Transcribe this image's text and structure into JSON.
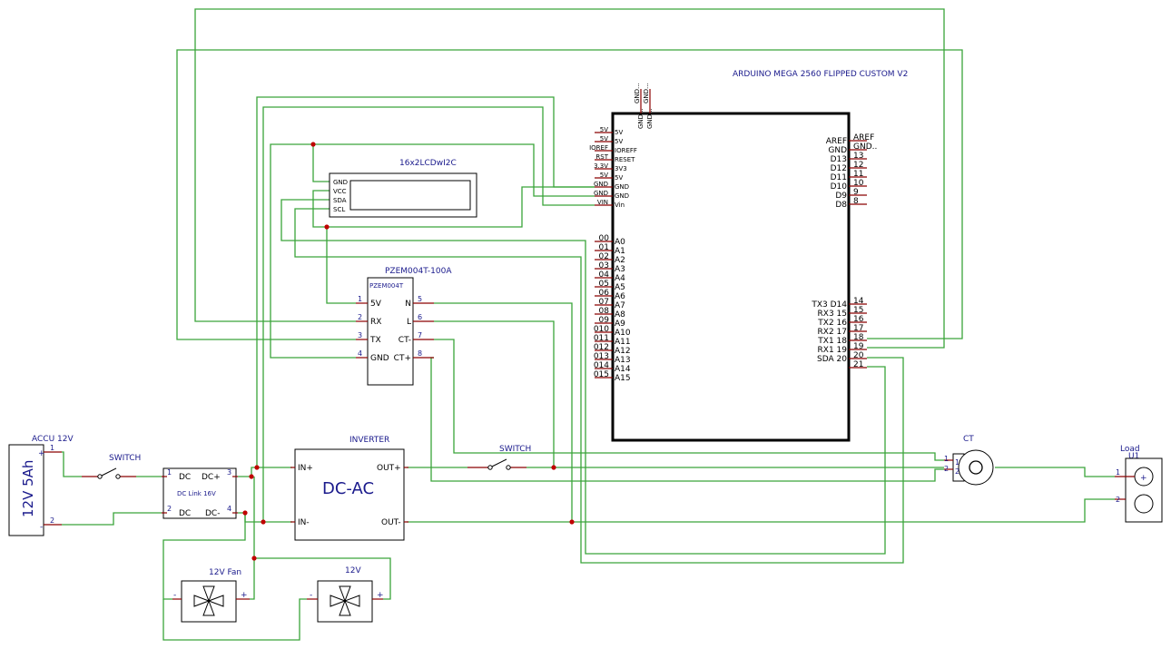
{
  "components": {
    "arduino": {
      "title": "ARDUINO MEGA 2560 FLIPPED CUSTOM V2",
      "top_pins": [
        "GND...",
        "GND...",
        "GND...",
        "GND..."
      ],
      "left_power_labels": [
        {
          "outer": "5V",
          "inner": "5V"
        },
        {
          "outer": "5V",
          "inner": "5V"
        },
        {
          "outer": "IOREF",
          "inner": "IOREFF"
        },
        {
          "outer": "RST",
          "inner": "RESET"
        },
        {
          "outer": "3.3V",
          "inner": "3V3"
        },
        {
          "outer": "5V",
          "inner": "5V"
        },
        {
          "outer": "GND",
          "inner": "GND"
        },
        {
          "outer": "GND",
          "inner": "GND"
        },
        {
          "outer": "VIN",
          "inner": "Vin"
        }
      ],
      "left_analog": [
        {
          "outer": "00",
          "inner": "A0"
        },
        {
          "outer": "01",
          "inner": "A1"
        },
        {
          "outer": "02",
          "inner": "A2"
        },
        {
          "outer": "03",
          "inner": "A3"
        },
        {
          "outer": "04",
          "inner": "A4"
        },
        {
          "outer": "05",
          "inner": "A5"
        },
        {
          "outer": "06",
          "inner": "A6"
        },
        {
          "outer": "07",
          "inner": "A7"
        },
        {
          "outer": "08",
          "inner": "A8"
        },
        {
          "outer": "09",
          "inner": "A9"
        },
        {
          "outer": "010",
          "inner": "A10"
        },
        {
          "outer": "011",
          "inner": "A11"
        },
        {
          "outer": "012",
          "inner": "A12"
        },
        {
          "outer": "013",
          "inner": "A13"
        },
        {
          "outer": "014",
          "inner": "A14"
        },
        {
          "outer": "015",
          "inner": "A15"
        }
      ],
      "right_top": [
        {
          "inner": "AREF",
          "outer": "AREF"
        },
        {
          "inner": "GND",
          "outer": "GND.."
        },
        {
          "inner": "D13",
          "outer": "13"
        },
        {
          "inner": "D12",
          "outer": "12"
        },
        {
          "inner": "D11",
          "outer": "11"
        },
        {
          "inner": "D10",
          "outer": "10"
        },
        {
          "inner": "D9",
          "outer": "9"
        },
        {
          "inner": "D8",
          "outer": "8"
        }
      ],
      "right_serial": [
        {
          "inner": "TX3 D14",
          "outer": "14"
        },
        {
          "inner": "RX3 15",
          "outer": "15"
        },
        {
          "inner": "TX2 16",
          "outer": "16"
        },
        {
          "inner": "RX2 17",
          "outer": "17"
        },
        {
          "inner": "TX1 18",
          "outer": "18"
        },
        {
          "inner": "RX1 19",
          "outer": "19"
        },
        {
          "inner": "SDA 20",
          "outer": "20"
        },
        {
          "inner": "",
          "outer": "21"
        }
      ]
    },
    "lcd": {
      "title": "16x2LCDwI2C",
      "pins": [
        "GND",
        "VCC",
        "SDA",
        "SCL"
      ]
    },
    "pzem": {
      "title": "PZEM004T-100A",
      "inner_label": "PZEM004T",
      "left_pins": [
        {
          "num": "1",
          "name": "5V"
        },
        {
          "num": "2",
          "name": "RX"
        },
        {
          "num": "3",
          "name": "TX"
        },
        {
          "num": "4",
          "name": "GND"
        }
      ],
      "right_pins": [
        {
          "num": "5",
          "name": "N"
        },
        {
          "num": "6",
          "name": "L"
        },
        {
          "num": "7",
          "name": "CT-"
        },
        {
          "num": "8",
          "name": "CT+"
        }
      ]
    },
    "battery": {
      "title": "ACCU 12V",
      "body": "12V 5Ah",
      "plus": "+",
      "minus": "-",
      "pin1": "1",
      "pin2": "2"
    },
    "switch1": {
      "title": "SWITCH"
    },
    "switch2": {
      "title": "SWITCH"
    },
    "dclink": {
      "inner": "DC Link 16V",
      "pins": [
        {
          "num": "1",
          "name": "DC"
        },
        {
          "num": "2",
          "name": "DC"
        },
        {
          "num": "3",
          "name": "DC+"
        },
        {
          "num": "4",
          "name": "DC-"
        }
      ]
    },
    "inverter": {
      "title": "INVERTER",
      "body": "DC-AC",
      "in_plus": "IN+",
      "in_minus": "IN-",
      "out_plus": "OUT+",
      "out_minus": "OUT-"
    },
    "ct": {
      "title": "CT",
      "pin1": "1",
      "pin2": "2"
    },
    "load": {
      "title": "Load",
      "ref": "U1",
      "pin1": "1",
      "pin2": "2",
      "plus": "+"
    },
    "fan1": {
      "title": "12V Fan",
      "minus": "-",
      "plus": "+"
    },
    "fan2": {
      "title": "12V",
      "minus": "-",
      "plus": "+"
    }
  },
  "colors": {
    "wire": "#3aa53a",
    "label": "#1a1a8c",
    "pin": "#8b0000",
    "junction": "#c00000"
  }
}
